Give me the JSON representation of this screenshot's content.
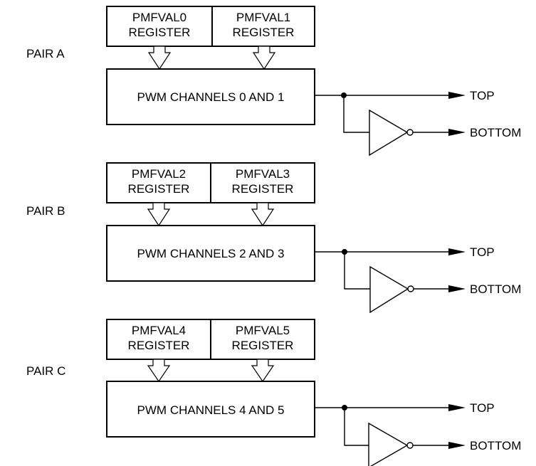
{
  "pairs": [
    {
      "label": "PAIR A",
      "registers": [
        {
          "line1": "PMFVAL0",
          "line2": "REGISTER"
        },
        {
          "line1": "PMFVAL1",
          "line2": "REGISTER"
        }
      ],
      "channel_label": "PWM CHANNELS 0 AND 1",
      "top_label": "TOP",
      "bottom_label": "BOTTOM"
    },
    {
      "label": "PAIR B",
      "registers": [
        {
          "line1": "PMFVAL2",
          "line2": "REGISTER"
        },
        {
          "line1": "PMFVAL3",
          "line2": "REGISTER"
        }
      ],
      "channel_label": "PWM CHANNELS 2 AND 3",
      "top_label": "TOP",
      "bottom_label": "BOTTOM"
    },
    {
      "label": "PAIR C",
      "registers": [
        {
          "line1": "PMFVAL4",
          "line2": "REGISTER"
        },
        {
          "line1": "PMFVAL5",
          "line2": "REGISTER"
        }
      ],
      "channel_label": "PWM CHANNELS 4 AND 5",
      "top_label": "TOP",
      "bottom_label": "BOTTOM"
    }
  ]
}
